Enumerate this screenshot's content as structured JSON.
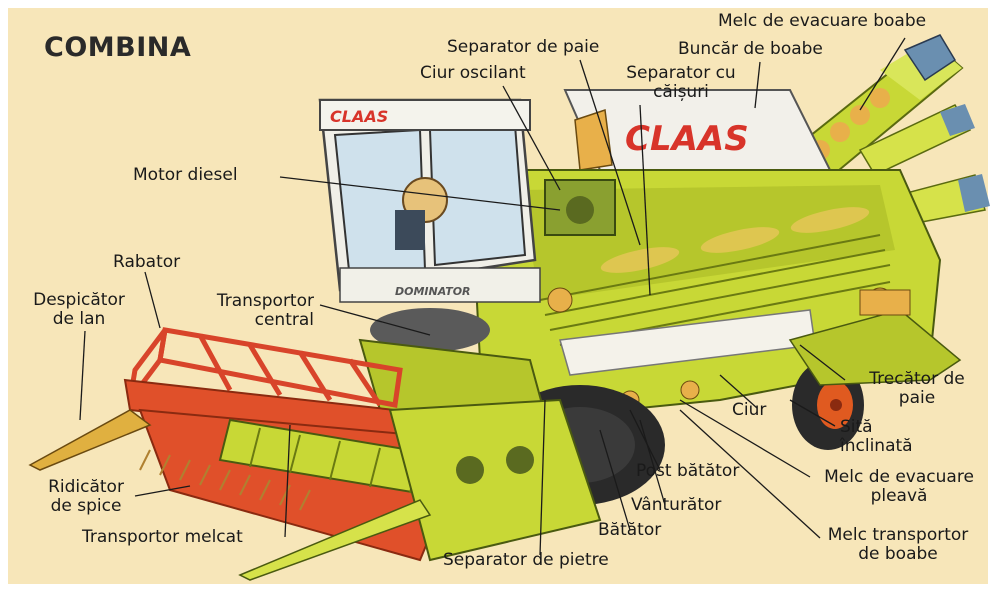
{
  "title": "COMBINA",
  "brand": "CLAAS",
  "model": "DOMINATOR",
  "colors": {
    "background": "#f7e6b9",
    "body_green": "#c8d836",
    "header_red": "#e0502a",
    "grain": "#e8b04a",
    "tire": "#2a2a2a",
    "wheel_hub": "#e05a20"
  },
  "labels": {
    "melc_evacuare_boabe": "Melc de evacuare boabe",
    "separator_paie": "Separator de paie",
    "buncar_boabe": "Buncăr de boabe",
    "ciur_oscilant": "Ciur oscilant",
    "separator_caisuri_1": "Separator cu",
    "separator_caisuri_2": "căișuri",
    "motor_diesel": "Motor diesel",
    "rabator": "Rabator",
    "despicator_1": "Despicător",
    "despicator_2": "de lan",
    "transportor_central_1": "Transportor",
    "transportor_central_2": "central",
    "trecator_paie_1": "Trecător de",
    "trecator_paie_2": "paie",
    "ciur": "Ciur",
    "sita_1": "Sită",
    "sita_2": "înclinată",
    "post_batator": "Post bătător",
    "melc_pleava_1": "Melc de evacuare",
    "melc_pleava_2": "pleavă",
    "ridicator_1": "Ridicător",
    "ridicator_2": "de spice",
    "vanturator": "Vânturător",
    "transportor_melcat": "Transportor melcat",
    "batator": "Bătător",
    "melc_transportor_1": "Melc transportor",
    "melc_transportor_2": "de boabe",
    "separator_pietre": "Separator de pietre"
  }
}
